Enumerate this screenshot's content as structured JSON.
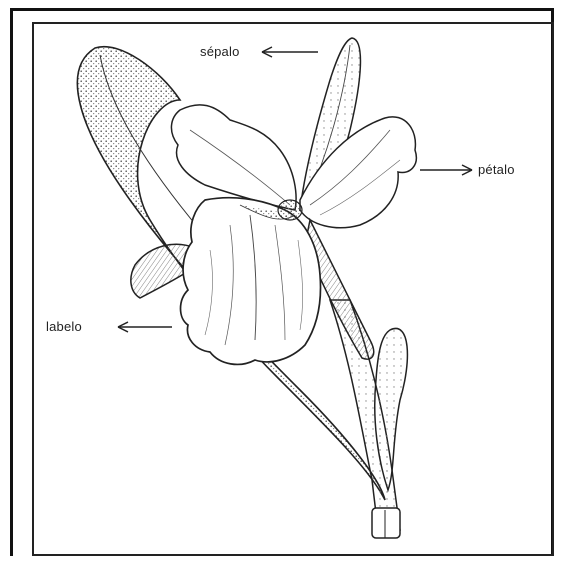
{
  "labels": {
    "sepal": "sépalo",
    "petal": "pétalo",
    "labellum": "labelo"
  },
  "icons": {
    "sepal_arrow": "arrow-left-icon",
    "petal_arrow": "arrow-right-icon",
    "labellum_arrow": "arrow-left-icon",
    "illustration": "orchid-flower-drawing"
  },
  "colors": {
    "ink": "#222222",
    "background": "#ffffff"
  }
}
